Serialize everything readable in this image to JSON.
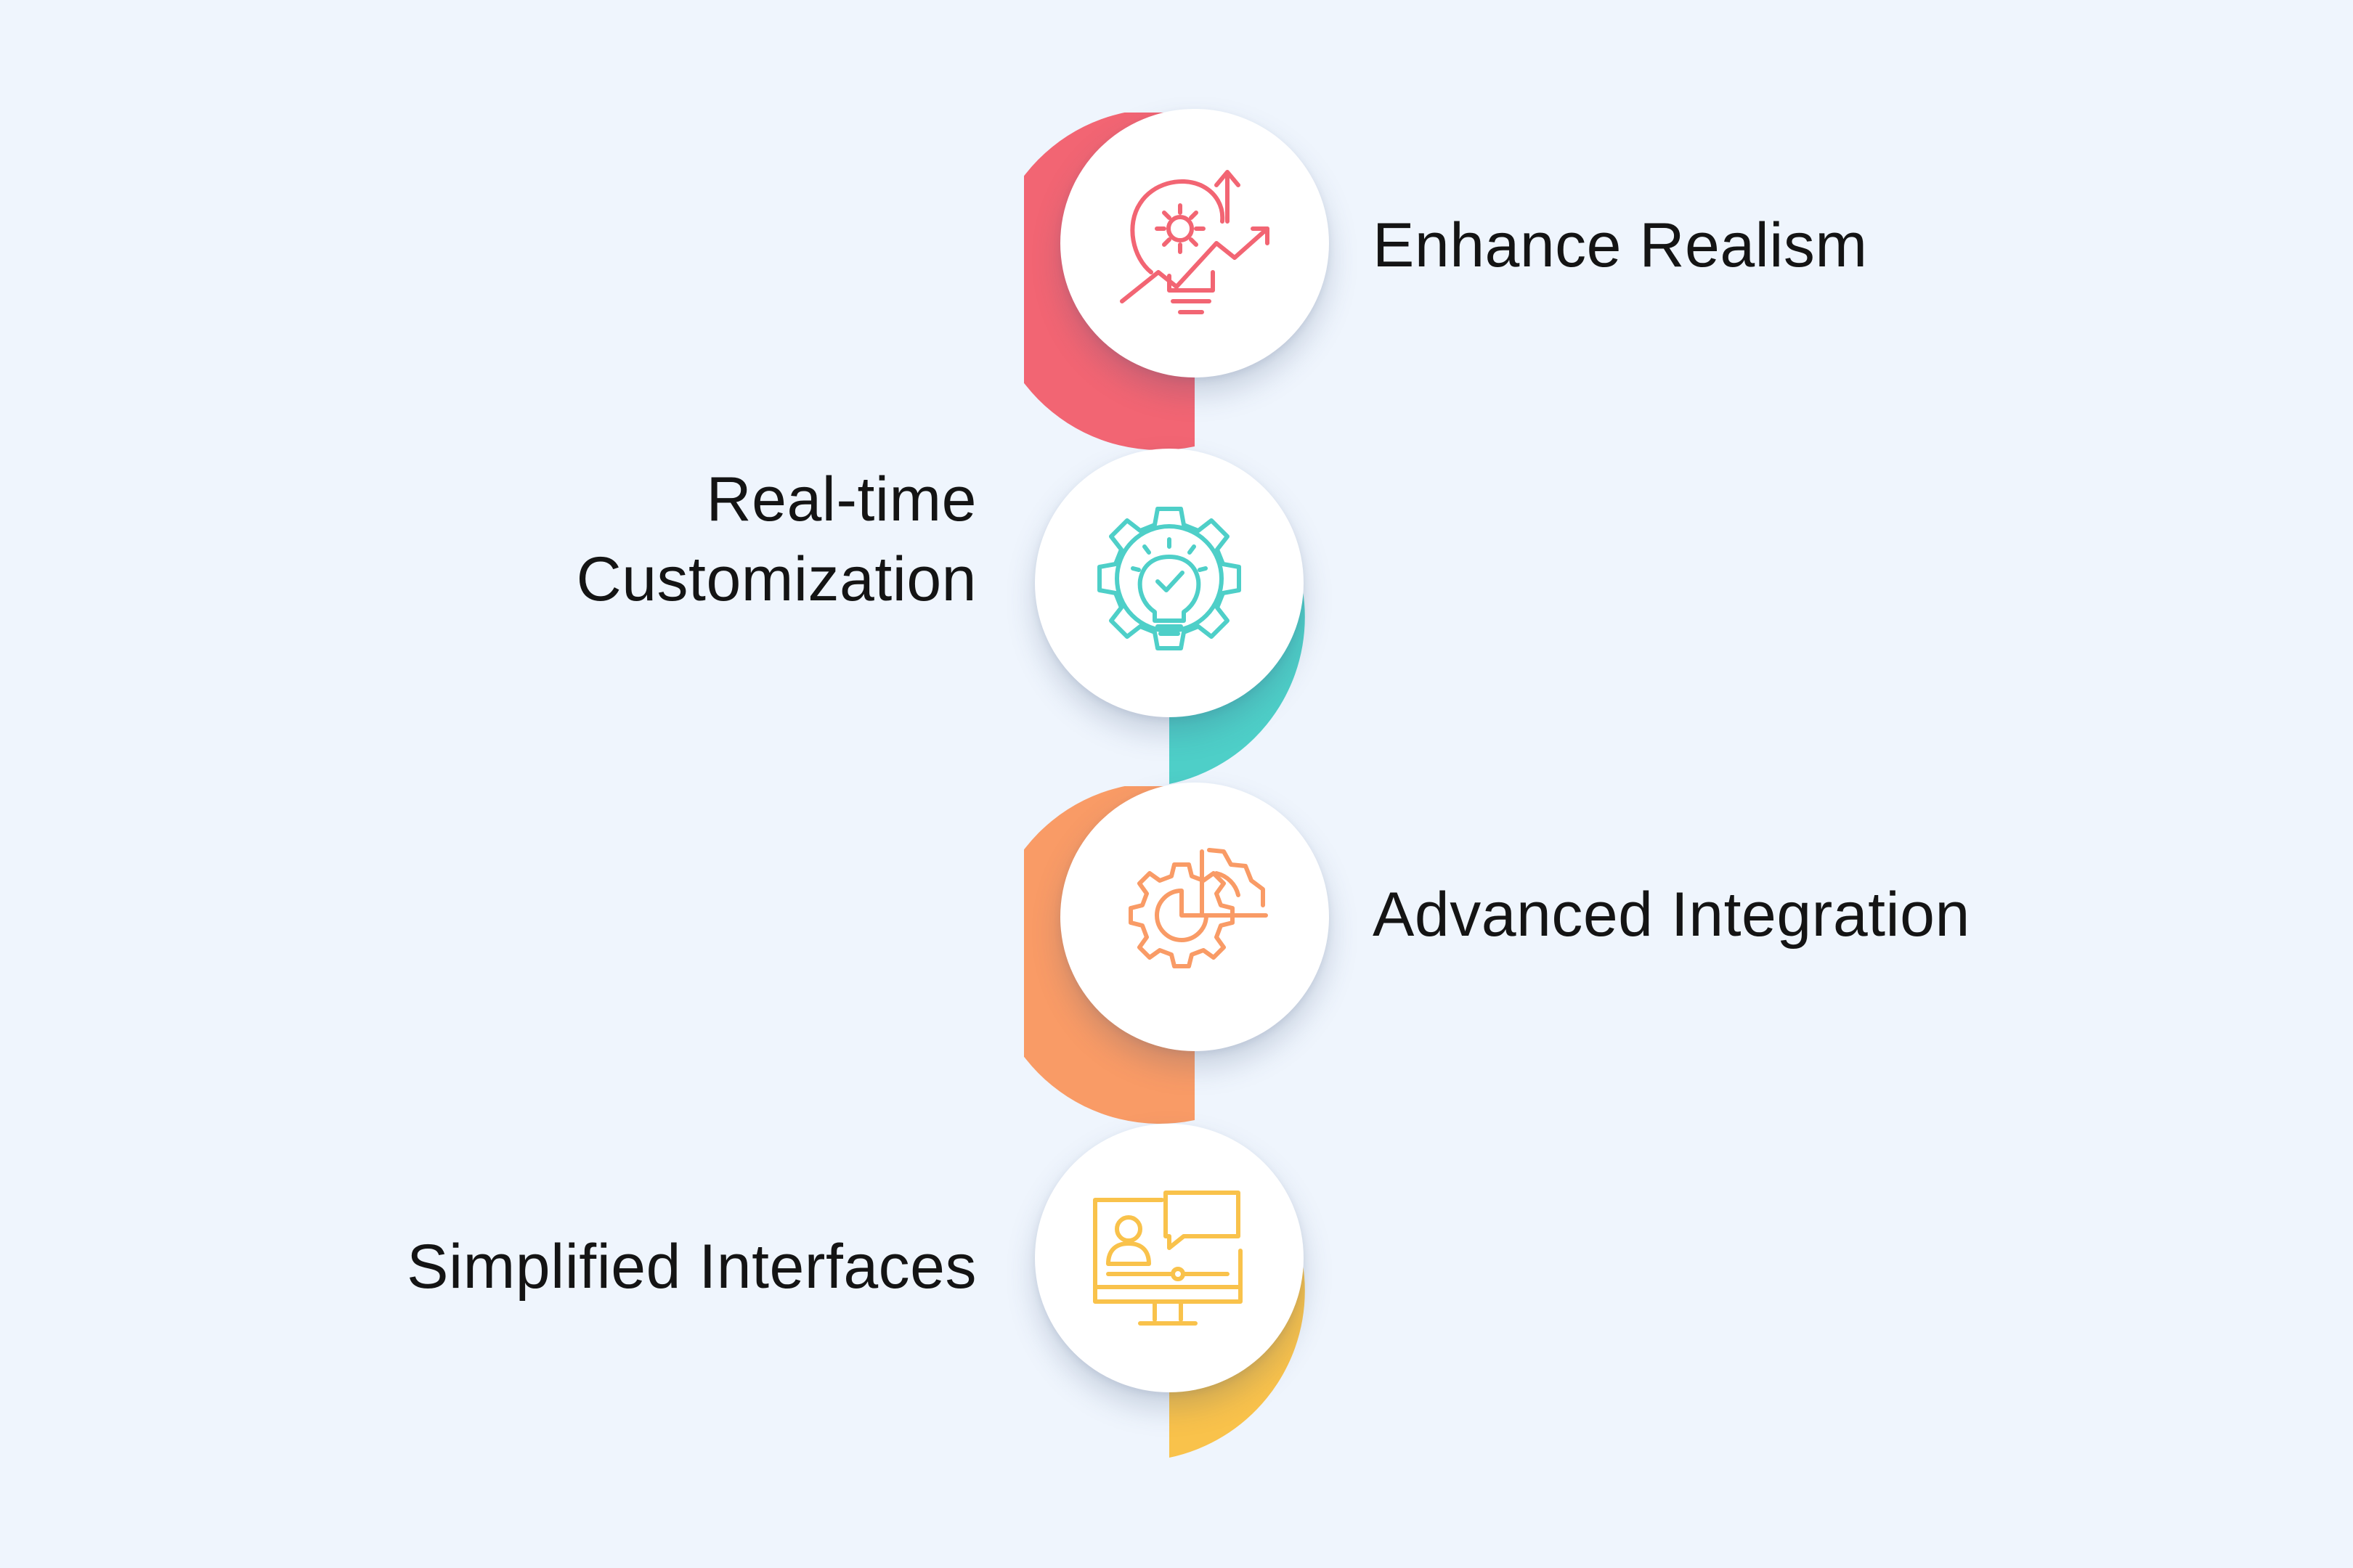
{
  "steps": [
    {
      "label": "Enhance Realism",
      "color": "#F26573",
      "icon": "lightbulb-gear-growth-icon"
    },
    {
      "label_line1": "Real-time",
      "label_line2": "Customization",
      "color": "#4ECFC8",
      "icon": "gear-lightbulb-check-icon"
    },
    {
      "label": "Advanced Integration",
      "color": "#F99B66",
      "icon": "gear-pie-chart-icon"
    },
    {
      "label": "Simplified Interfaces",
      "color": "#F9C24B",
      "icon": "monitor-user-chat-icon"
    }
  ]
}
